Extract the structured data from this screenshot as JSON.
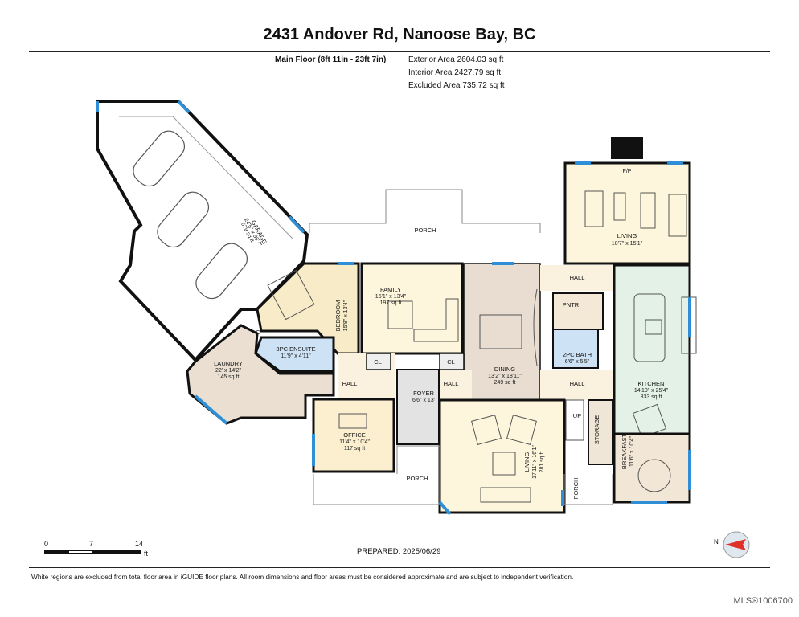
{
  "header": {
    "title": "2431 Andover Rd, Nanoose Bay, BC",
    "floor_label": "Main Floor (8ft 11in - 23ft 7in)",
    "exterior_area": "Exterior Area 2604.03 sq ft",
    "interior_area": "Interior Area 2427.79 sq ft",
    "excluded_area": "Excluded Area 735.72 sq ft"
  },
  "rooms": {
    "garage": {
      "name": "GARAGE",
      "dims": "24'5\" x 36'7\"",
      "area": "679 sq ft"
    },
    "porch_top": {
      "name": "PORCH"
    },
    "living_top": {
      "name": "LIVING",
      "dims": "18'7\" x 15'1\""
    },
    "fp": {
      "name": "F/P"
    },
    "family": {
      "name": "FAMILY",
      "dims": "15'1\" x 13'4\"",
      "area": "197 sq ft"
    },
    "bedroom": {
      "name": "BEDROOM",
      "dims": "15'8\" x 13'4\""
    },
    "ensuite": {
      "name": "3PC ENSUITE",
      "dims": "11'9\" x 4'11\""
    },
    "laundry": {
      "name": "LAUNDRY",
      "dims": "22' x 14'2\"",
      "area": "145 sq ft"
    },
    "closet_c": {
      "name": "C"
    },
    "closet_cl1": {
      "name": "CL"
    },
    "closet_cl2": {
      "name": "CL"
    },
    "hall_top": {
      "name": "HALL"
    },
    "hall_left": {
      "name": "HALL"
    },
    "hall_mid": {
      "name": "HALL"
    },
    "hall_right": {
      "name": "HALL"
    },
    "pntr": {
      "name": "PNTR"
    },
    "bath2": {
      "name": "2PC BATH",
      "dims": "6'6\" x 5'5\""
    },
    "dining": {
      "name": "DINING",
      "dims": "13'2\" x 18'11\"",
      "area": "249 sq ft"
    },
    "kitchen": {
      "name": "KITCHEN",
      "dims": "14'10\" x 25'4\"",
      "area": "333 sq ft"
    },
    "foyer": {
      "name": "FOYER",
      "dims": "6'6\" x 13'"
    },
    "office": {
      "name": "OFFICE",
      "dims": "11'4\" x 10'4\"",
      "area": "117 sq ft"
    },
    "living_bottom": {
      "name": "LIVING",
      "dims": "17'11\" x 16'1\"",
      "area": "281 sq ft"
    },
    "storage": {
      "name": "STORAGE"
    },
    "up": {
      "name": "UP"
    },
    "breakfast": {
      "name": "BREAKFAST",
      "dims": "11'6\" x 10'4\""
    },
    "porch_bottom": {
      "name": "PORCH"
    },
    "porch_side": {
      "name": "PORCH"
    }
  },
  "scale_bar": {
    "label_0": "0",
    "label_7": "7",
    "label_14": "14",
    "unit": "ft"
  },
  "prepared": "PREPARED:  2025/06/29",
  "compass": {
    "label": "N",
    "icon": "north-arrow-icon"
  },
  "footer": "White regions are excluded from total floor area in iGUIDE floor plans. All room dimensions and floor areas must be considered approximate and are subject to independent verification.",
  "watermark": "MLS®1006700",
  "colors": {
    "bedroom": "#f8ecc8",
    "laundry": "#eadfd0",
    "ensuite": "#cde3f5",
    "family": "#fdf6dc",
    "living_top": "#fdf6dc",
    "dining": "#e8ddd0",
    "kitchen": "#e3f1e6",
    "foyer": "#e3e3e3",
    "hall": "#faf1de",
    "office": "#fbefcf",
    "living_bottom": "#fdf6dc",
    "breakfast": "#f2e6d7",
    "window": "#2e8fd6",
    "wall": "#111111"
  }
}
